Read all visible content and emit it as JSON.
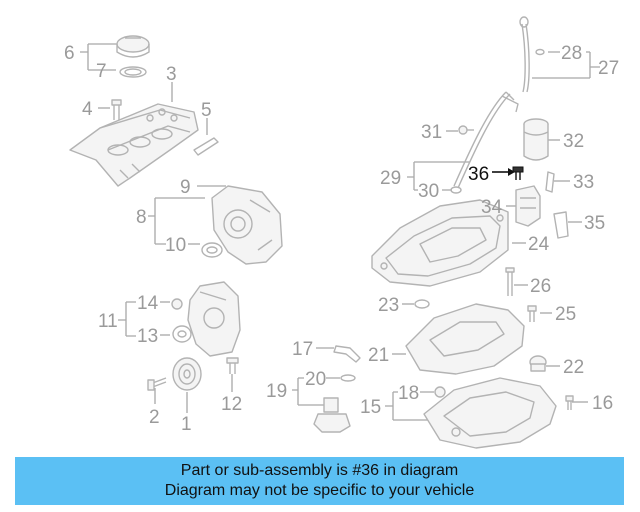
{
  "labels": {
    "l1": "1",
    "l2": "2",
    "l3": "3",
    "l4": "4",
    "l5": "5",
    "l6": "6",
    "l7": "7",
    "l8": "8",
    "l9": "9",
    "l10": "10",
    "l11": "11",
    "l12": "12",
    "l13": "13",
    "l14": "14",
    "l15": "15",
    "l16": "16",
    "l17": "17",
    "l18": "18",
    "l19": "19",
    "l20": "20",
    "l21": "21",
    "l22": "22",
    "l23": "23",
    "l24": "24",
    "l25": "25",
    "l26": "26",
    "l27": "27",
    "l28": "28",
    "l29": "29",
    "l30": "30",
    "l31": "31",
    "l32": "32",
    "l33": "33",
    "l34": "34",
    "l35": "35",
    "l36": "36"
  },
  "highlight": {
    "part": "36",
    "color": "#111111"
  },
  "banner": {
    "line1": "Part or sub-assembly is #36 in diagram",
    "line2": "Diagram may not be specific to your vehicle",
    "color": "#5bc0f4"
  }
}
